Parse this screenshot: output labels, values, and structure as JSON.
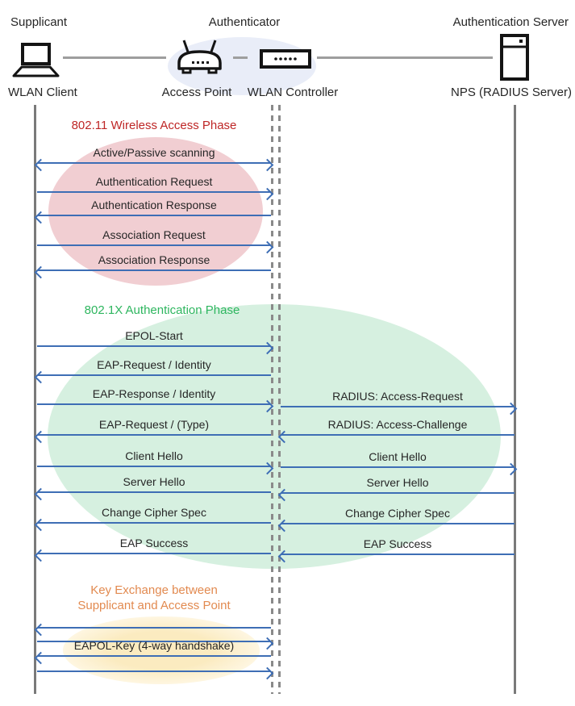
{
  "roles": {
    "supplicant": "Supplicant",
    "authenticator": "Authenticator",
    "auth_server": "Authentication Server"
  },
  "devices": {
    "wlan_client": "WLAN Client",
    "access_point": "Access Point",
    "wlan_controller": "WLAN Controller",
    "nps": "NPS (RADIUS Server)"
  },
  "phases": {
    "p1": {
      "label": "802.11 Wireless Access Phase",
      "color": "#BE2626"
    },
    "p2": {
      "label": "802.1X Authentication Phase",
      "color": "#2EB65F"
    },
    "p3": {
      "label_line1": "Key Exchange between",
      "label_line2": "Supplicant and Access Point",
      "color": "#E28A50"
    }
  },
  "messages_left": [
    {
      "label": "Active/Passive scanning",
      "dir": "both"
    },
    {
      "label": "Authentication Request",
      "dir": "right"
    },
    {
      "label": "Authentication Response",
      "dir": "left"
    },
    {
      "label": "Association Request",
      "dir": "right"
    },
    {
      "label": "Association Response",
      "dir": "left"
    },
    {
      "label": "EPOL-Start",
      "dir": "right"
    },
    {
      "label": "EAP-Request / Identity",
      "dir": "left"
    },
    {
      "label": "EAP-Response / Identity",
      "dir": "right"
    },
    {
      "label": "EAP-Request / (Type)",
      "dir": "left"
    },
    {
      "label": "Client Hello",
      "dir": "right"
    },
    {
      "label": "Server Hello",
      "dir": "left"
    },
    {
      "label": "Change Cipher Spec",
      "dir": "left"
    },
    {
      "label": "EAP Success",
      "dir": "left"
    },
    {
      "label": "",
      "dir": "left"
    },
    {
      "label": "",
      "dir": "right"
    },
    {
      "label": "EAPOL-Key (4-way handshake)",
      "dir": "left"
    },
    {
      "label": "",
      "dir": "right"
    }
  ],
  "messages_right": [
    {
      "label": "RADIUS: Access-Request",
      "dir": "right"
    },
    {
      "label": "RADIUS: Access-Challenge",
      "dir": "left"
    },
    {
      "label": "Client Hello",
      "dir": "right"
    },
    {
      "label": "Server Hello",
      "dir": "left"
    },
    {
      "label": "Change Cipher Spec",
      "dir": "left"
    },
    {
      "label": "EAP Success",
      "dir": "left"
    }
  ],
  "colors": {
    "arrow_blue": "#3E6EB5",
    "lifeline_gray": "#7A7A7A",
    "connector_gray": "#9E9E9E",
    "phase1_fill": "#F1CED2",
    "phase2_fill": "#D6F0E0",
    "phase3_fill": "#FBEBC0",
    "authenticator_fill": "#E9EDF8"
  }
}
